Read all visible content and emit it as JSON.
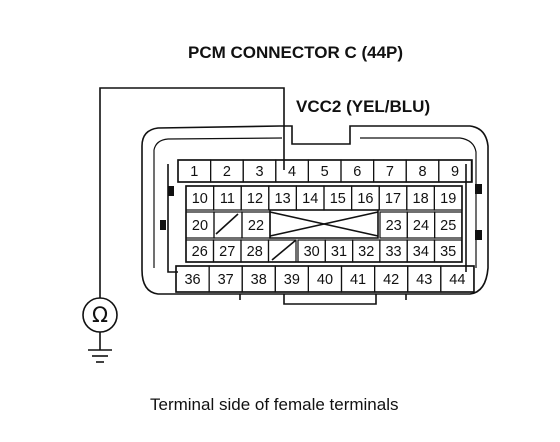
{
  "title": "PCM CONNECTOR C (44P)",
  "wire_label": "VCC2 (YEL/BLU)",
  "caption": "Terminal side of female terminals",
  "meter_symbol": "Ω",
  "meter_icon": "ohmmeter-icon",
  "probe_terminal": "4",
  "rows": {
    "top": [
      "1",
      "2",
      "3",
      "4",
      "5",
      "6",
      "7",
      "8",
      "9"
    ],
    "row2": [
      "10",
      "11",
      "12",
      "13",
      "14",
      "15",
      "16",
      "17",
      "18",
      "19"
    ],
    "row3_left": [
      "20",
      "",
      "22"
    ],
    "row3_right": [
      "23",
      "24",
      "25"
    ],
    "row4_left": [
      "26",
      "27",
      "28",
      ""
    ],
    "row4_right": [
      "30",
      "31",
      "32",
      "33",
      "34",
      "35"
    ],
    "bottom": [
      "36",
      "37",
      "38",
      "39",
      "40",
      "41",
      "42",
      "43",
      "44"
    ]
  }
}
